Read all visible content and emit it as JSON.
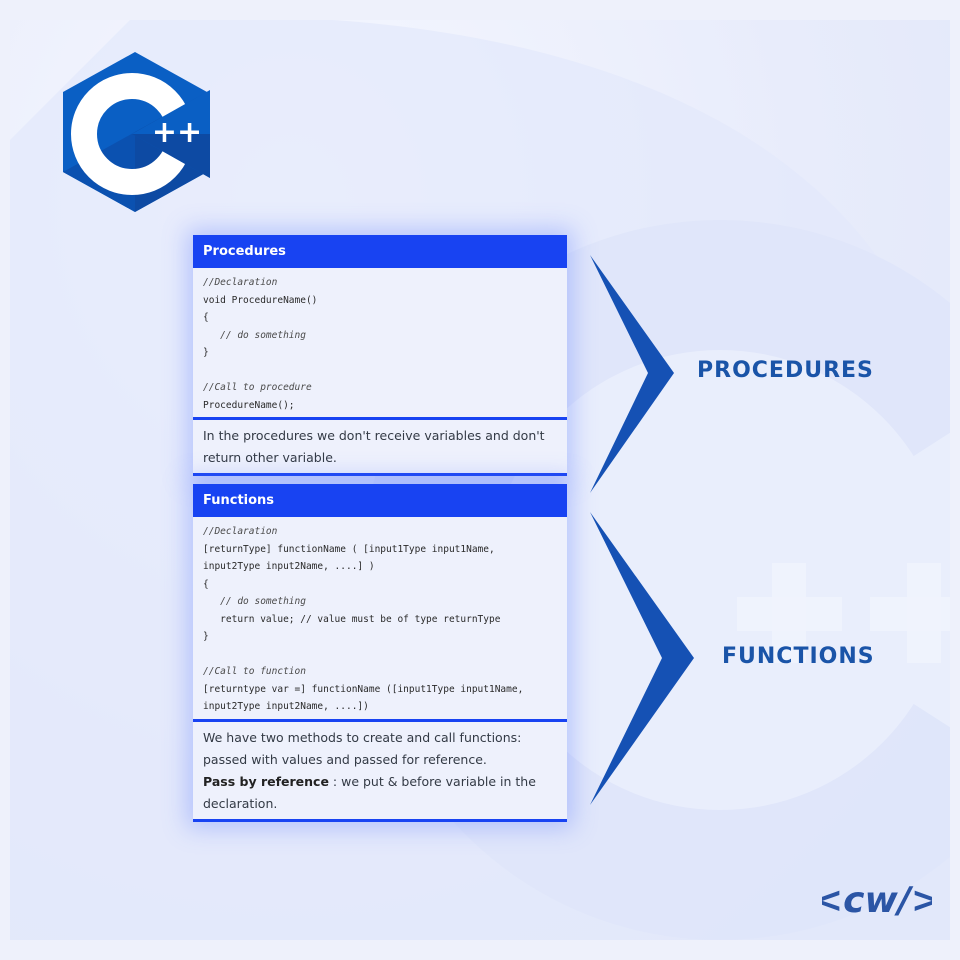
{
  "procedures_card": {
    "title": "Procedures",
    "code_lines": [
      "//Declaration",
      "void ProcedureName()",
      "{",
      "   // do something",
      "}",
      "",
      "//Call to procedure",
      "ProcedureName();"
    ],
    "description": "In the procedures we don't receive variables and don't return other variable."
  },
  "functions_card": {
    "title": "Functions",
    "code_lines": [
      "//Declaration",
      "[returnType] functionName ( [input1Type input1Name,",
      "input2Type input2Name, ....] )",
      "{",
      "   // do something",
      "   return value; // value must be of type returnType",
      "}",
      "",
      "//Call to function",
      "[returntype var =] functionName ([input1Type input1Name,",
      "input2Type input2Name, ....])"
    ],
    "description_line1": "We have two methods to create and call functions: passed with values and passed for reference.",
    "pass_by_ref_label": "Pass by reference",
    "pass_by_ref_text": " : we put & before variable in the declaration."
  },
  "labels": {
    "procedures": "PROCEDURES",
    "functions": "FUNCTIONS"
  },
  "logo": {
    "letter": "C",
    "plus": "++"
  },
  "brand": {
    "mark": "<cw/>"
  },
  "colors": {
    "header_blue": "#1843f2",
    "label_blue": "#1a54a8",
    "logo_blue": "#0a5fc4",
    "logo_dark": "#0d4aa3"
  }
}
